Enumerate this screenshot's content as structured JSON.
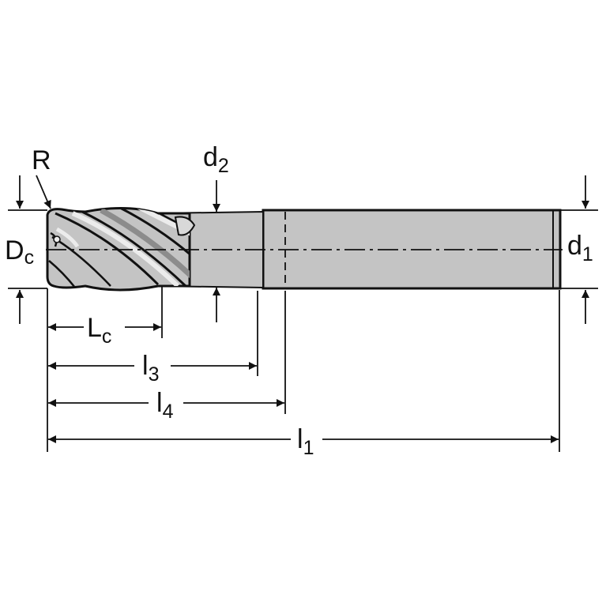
{
  "labels": {
    "R": {
      "main": "R",
      "sub": ""
    },
    "Dc": {
      "main": "D",
      "sub": "c"
    },
    "d1": {
      "main": "d",
      "sub": "1"
    },
    "d2": {
      "main": "d",
      "sub": "2"
    },
    "Lc": {
      "main": "L",
      "sub": "c"
    },
    "l3": {
      "main": "l",
      "sub": "3"
    },
    "l4": {
      "main": "l",
      "sub": "4"
    },
    "l1": {
      "main": "l",
      "sub": "1"
    }
  },
  "colors": {
    "ink": "#111111",
    "tool_body": "#c4c4c4",
    "tool_highlight": "#ececec",
    "tool_shadow": "#8c8c8c",
    "background": "#ffffff"
  }
}
